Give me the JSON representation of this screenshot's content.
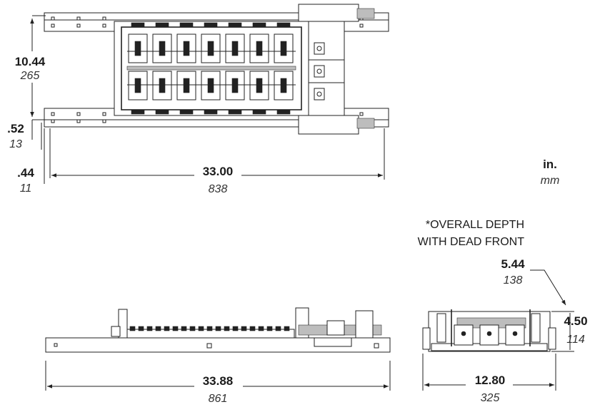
{
  "units": {
    "inch_label": "in.",
    "mm_label": "mm"
  },
  "note": {
    "line1": "*OVERALL DEPTH",
    "line2": "WITH DEAD FRONT"
  },
  "top_view": {
    "height": {
      "in": "10.44",
      "mm": "265"
    },
    "rail_offset": {
      "in": ".52",
      "mm": "13"
    },
    "edge_offset": {
      "in": ".44",
      "mm": "11"
    },
    "length": {
      "in": "33.00",
      "mm": "838"
    }
  },
  "side_view": {
    "length": {
      "in": "33.88",
      "mm": "861"
    }
  },
  "end_view": {
    "overall_depth": {
      "in": "5.44",
      "mm": "138"
    },
    "depth": {
      "in": "4.50",
      "mm": "114"
    },
    "width": {
      "in": "12.80",
      "mm": "325"
    }
  }
}
